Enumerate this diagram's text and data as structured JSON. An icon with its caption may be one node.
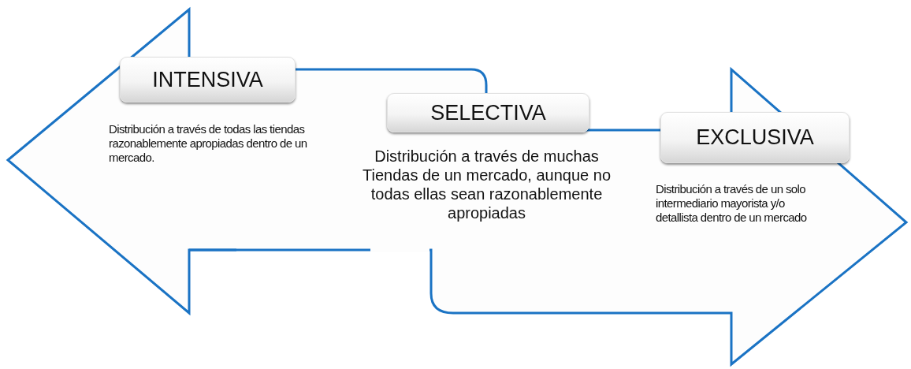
{
  "diagram": {
    "nodes": [
      {
        "text": [
          "INTENSIVA"
        ],
        "beside": [
          "Distribución a través de todas las tiendas razonablemente apropiadas dentro de un mercado."
        ]
      },
      {
        "text": [
          "SELECTIVA"
        ],
        "beside": [
          "Distribución a través de muchas Tiendas de un mercado, aunque no todas ellas sean razonablemente apropiadas"
        ]
      },
      {
        "text": [
          "EXCLUSIVA"
        ],
        "beside": [
          "Distribución a través de un solo intermediario mayorista y/o detallista dentro de un mercado"
        ]
      }
    ]
  }
}
